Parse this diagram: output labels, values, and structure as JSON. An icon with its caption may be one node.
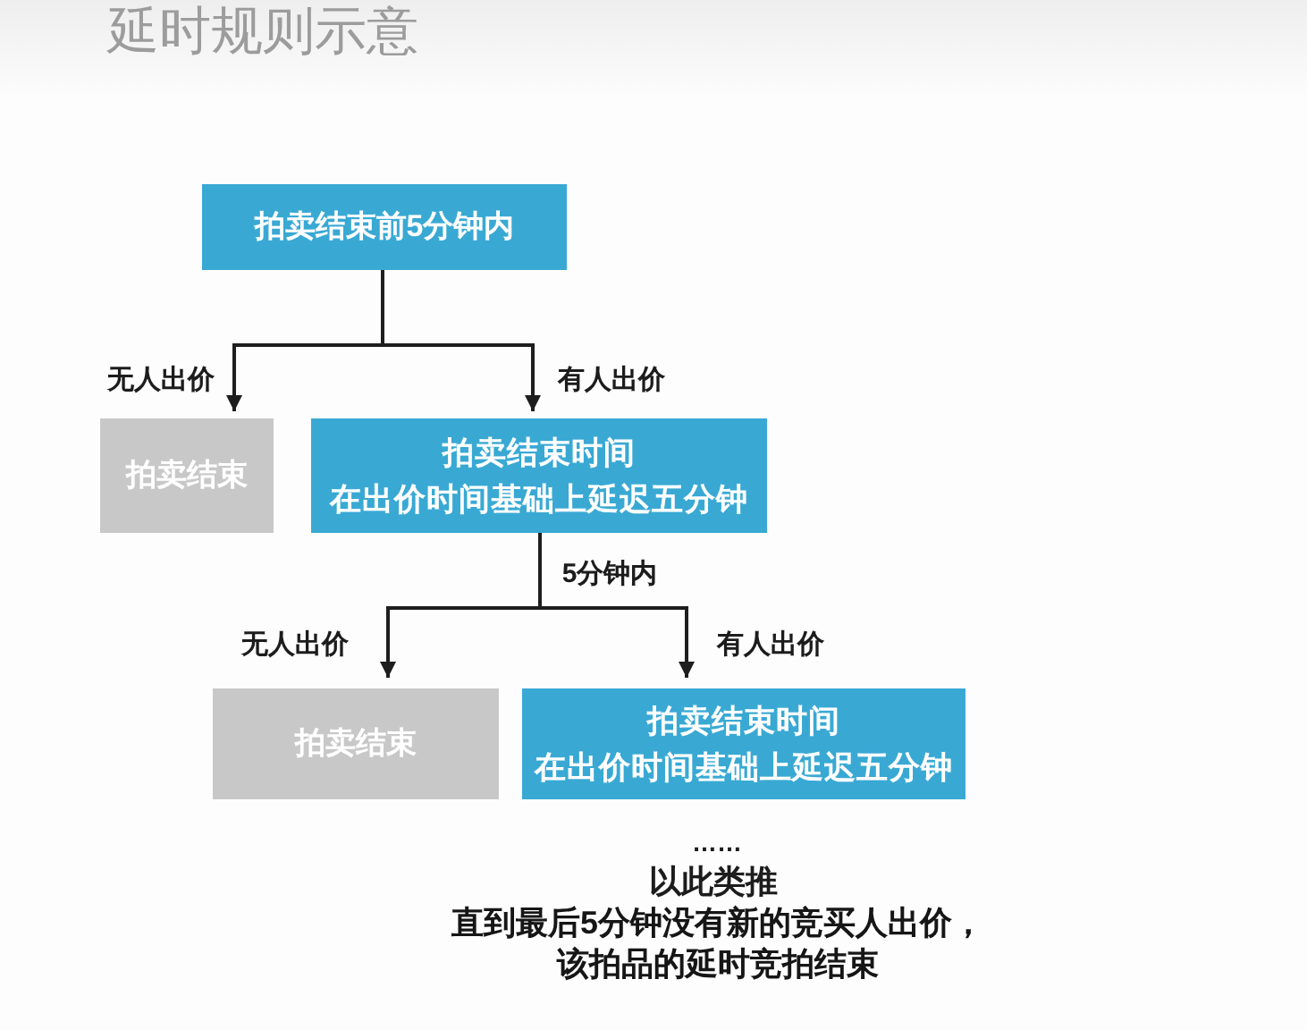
{
  "diagram": {
    "title": "延时规则示意",
    "nodes": [
      {
        "text": [
          "拍卖结束前5分钟内"
        ]
      },
      {
        "text": [
          "拍卖结束"
        ]
      },
      {
        "text": [
          "拍卖结束时间",
          "在出价时间基础上延迟五分钟"
        ]
      },
      {
        "text": [
          "拍卖结束"
        ]
      },
      {
        "text": [
          "拍卖结束时间",
          "在出价时间基础上延迟五分钟"
        ]
      }
    ],
    "edges": [
      {
        "from": 0,
        "to": 1,
        "arrow": "to",
        "label": "无人出价"
      },
      {
        "from": 0,
        "to": 2,
        "arrow": "to",
        "label": "有人出价"
      },
      {
        "from": 2,
        "to": 3,
        "arrow": "to",
        "label": "无人出价"
      },
      {
        "from": 2,
        "to": 4,
        "arrow": "to",
        "label": "有人出价"
      }
    ],
    "labels": [
      "5分钟内",
      "……",
      "以此类推",
      "直到最后5分钟没有新的竞买人出价，该拍品的延时竞拍结束"
    ]
  }
}
